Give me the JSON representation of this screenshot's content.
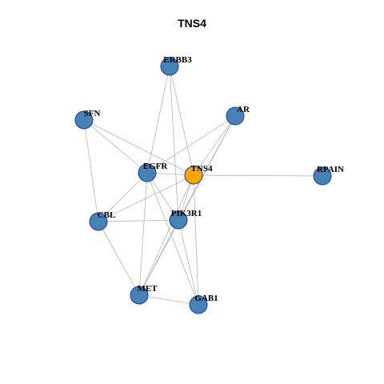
{
  "title": "TNS4",
  "colors": {
    "default_node": "#4682b4",
    "highlight_node": "#ffa500",
    "node_border": "#1c3ea8",
    "edge": "#b4b4b4"
  },
  "nodes": [
    {
      "id": "ERBB3",
      "label": "ERBB3",
      "highlight": false
    },
    {
      "id": "SFN",
      "label": "SFN",
      "highlight": false
    },
    {
      "id": "AR",
      "label": "AR",
      "highlight": false
    },
    {
      "id": "EGFR",
      "label": "EGFR",
      "highlight": false
    },
    {
      "id": "TNS4",
      "label": "TNS4",
      "highlight": true
    },
    {
      "id": "RPAIN",
      "label": "RPAIN",
      "highlight": false
    },
    {
      "id": "CBL",
      "label": "CBL",
      "highlight": false
    },
    {
      "id": "PIK3R1",
      "label": "PIK3R1",
      "highlight": false
    },
    {
      "id": "MET",
      "label": "MET",
      "highlight": false
    },
    {
      "id": "GAB1",
      "label": "GAB1",
      "highlight": false
    }
  ],
  "edges": [
    [
      "ERBB3",
      "EGFR"
    ],
    [
      "ERBB3",
      "TNS4"
    ],
    [
      "ERBB3",
      "PIK3R1"
    ],
    [
      "SFN",
      "EGFR"
    ],
    [
      "SFN",
      "TNS4"
    ],
    [
      "SFN",
      "CBL"
    ],
    [
      "AR",
      "EGFR"
    ],
    [
      "AR",
      "TNS4"
    ],
    [
      "AR",
      "PIK3R1"
    ],
    [
      "AR",
      "MET"
    ],
    [
      "EGFR",
      "TNS4"
    ],
    [
      "EGFR",
      "CBL"
    ],
    [
      "EGFR",
      "PIK3R1"
    ],
    [
      "EGFR",
      "MET"
    ],
    [
      "EGFR",
      "GAB1"
    ],
    [
      "TNS4",
      "RPAIN"
    ],
    [
      "TNS4",
      "CBL"
    ],
    [
      "TNS4",
      "PIK3R1"
    ],
    [
      "TNS4",
      "MET"
    ],
    [
      "TNS4",
      "GAB1"
    ],
    [
      "CBL",
      "PIK3R1"
    ],
    [
      "CBL",
      "MET"
    ],
    [
      "PIK3R1",
      "MET"
    ],
    [
      "PIK3R1",
      "GAB1"
    ],
    [
      "MET",
      "GAB1"
    ]
  ]
}
